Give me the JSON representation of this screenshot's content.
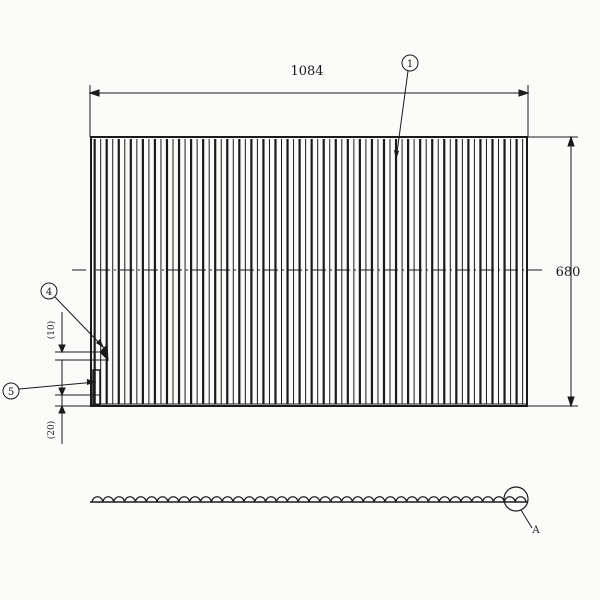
{
  "drawing": {
    "colors": {
      "ink": "#1a1a1a",
      "paper": "#fbfbfa"
    },
    "dimensions": {
      "width_label": "1084",
      "height_label": "680",
      "gap_top_label": "(10)",
      "gap_bottom_label": "(20)"
    },
    "callouts": {
      "part_1": "1",
      "part_4": "4",
      "part_5": "5",
      "detail_a": "A"
    },
    "panel": {
      "slat_count": 36
    },
    "profile": {
      "ridge_count": 40
    }
  }
}
